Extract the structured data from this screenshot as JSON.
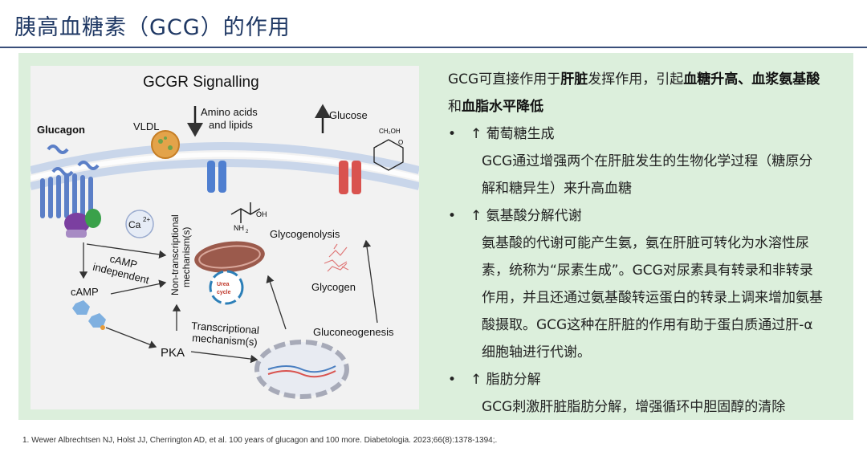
{
  "slide": {
    "title": "胰高血糖素（GCG）的作用"
  },
  "figure": {
    "title": "GCGR Signalling",
    "labels": {
      "glucagon": "Glucagon",
      "vldl": "VLDL",
      "amino_acids": "Amino acids",
      "and_lipids": "and lipids",
      "glucose": "Glucose",
      "ca": "Ca",
      "ca_sup": "2+",
      "non_transcriptional_1": "Non-transcriptional",
      "non_transcriptional_2": "mechanism(s)",
      "camp_independent_1": "cAMP",
      "camp_independent_2": "independent",
      "camp": "cAMP",
      "glycogenolysis": "Glycogenolysis",
      "glycogen": "Glycogen",
      "urea_1": "Urea",
      "urea_2": "cycle",
      "transcriptional_1": "Transcriptional",
      "transcriptional_2": "mechanism(s)",
      "pka": "PKA",
      "gluconeogenesis": "Gluconeogenesis",
      "oh": "OH",
      "nh2": "NH",
      "nh2_sub": "2",
      "ch2oh": "CH₂OH",
      "o": "O"
    }
  },
  "text": {
    "intro_1": "GCG可直接作用于",
    "intro_2": "肝脏",
    "intro_3": "发挥作用，引起",
    "intro_4": "血糖升高、血浆氨基酸",
    "intro_5": "和",
    "intro_6": "血脂水平降低",
    "bullets": [
      {
        "marker": "•",
        "heading": "↑ 葡萄糖生成",
        "body": "GCG通过增强两个在肝脏发生的生物化学过程（糖原分解和糖异生）来升高血糖"
      },
      {
        "marker": "•",
        "heading": "↑ 氨基酸分解代谢",
        "body": "氨基酸的代谢可能产生氨，氨在肝脏可转化为水溶性尿素，统称为“尿素生成”。GCG对尿素具有转录和非转录作用，并且还通过氨基酸转运蛋白的转录上调来增加氨基酸摄取。GCG这种在肝脏的作用有助于蛋白质通过肝-α细胞轴进行代谢。"
      },
      {
        "marker": "•",
        "heading": "↑ 脂肪分解",
        "body": "GCG刺激肝脏脂肪分解，增强循环中胆固醇的清除"
      }
    ]
  },
  "footnote": "1. Wewer Albrechtsen NJ, Holst JJ, Cherrington AD, et al. 100 years of glucagon and 100 more. Diabetologia. 2023;66(8):1378-1394;.",
  "colors": {
    "title": "#1f3864",
    "panel_bg": "#dcefdc",
    "membrane": "#c9d6ea",
    "mitochondrion": "#9b5a4c",
    "receptor": "#5b7fc7",
    "glut": "#d9534f"
  }
}
